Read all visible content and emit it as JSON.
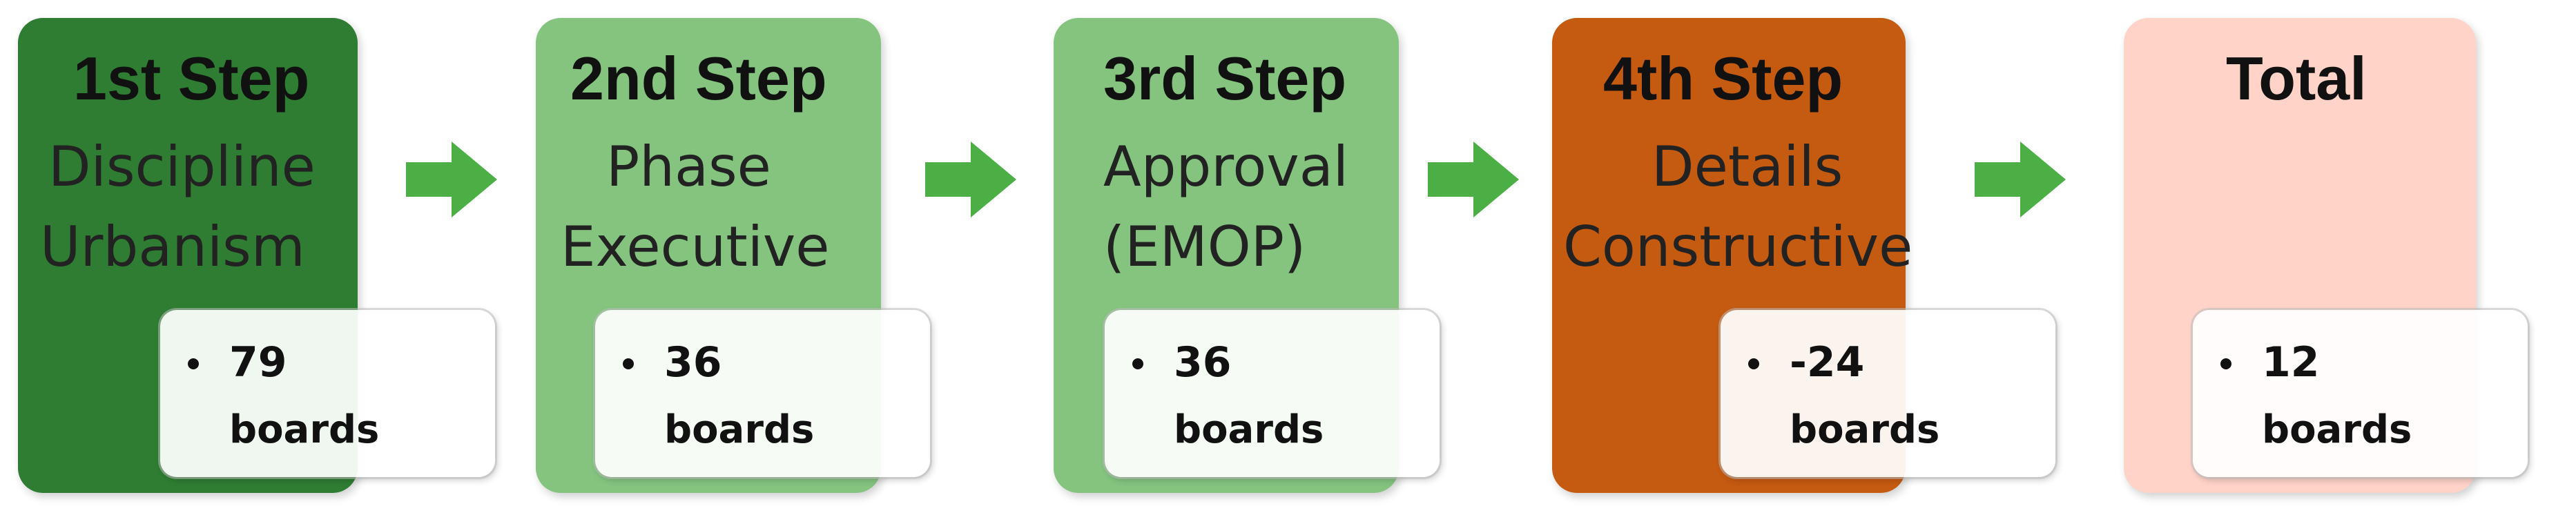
{
  "steps": [
    {
      "title": "1st Step",
      "line1": "Discipline",
      "line2": "Urbanism",
      "value": "79",
      "unit": "boards",
      "color": "#2E7D32"
    },
    {
      "title": "2nd Step",
      "line1": "Phase",
      "line2": "Executive",
      "value": "36",
      "unit": "boards",
      "color": "#84C47F"
    },
    {
      "title": "3rd Step",
      "line1": "Approval",
      "line2": "(EMOP)",
      "value": "36",
      "unit": "boards",
      "color": "#84C47F"
    },
    {
      "title": "4th Step",
      "line1": "Details",
      "line2": "Constructive",
      "value": "-24",
      "unit": "boards",
      "color": "#C55A11"
    },
    {
      "title": "Total",
      "line1": "",
      "line2": "",
      "value": "12",
      "unit": "boards",
      "color": "#FFD3C8"
    }
  ],
  "arrow_color": "#4CAF45",
  "arrow_icon": "right-arrow-icon"
}
